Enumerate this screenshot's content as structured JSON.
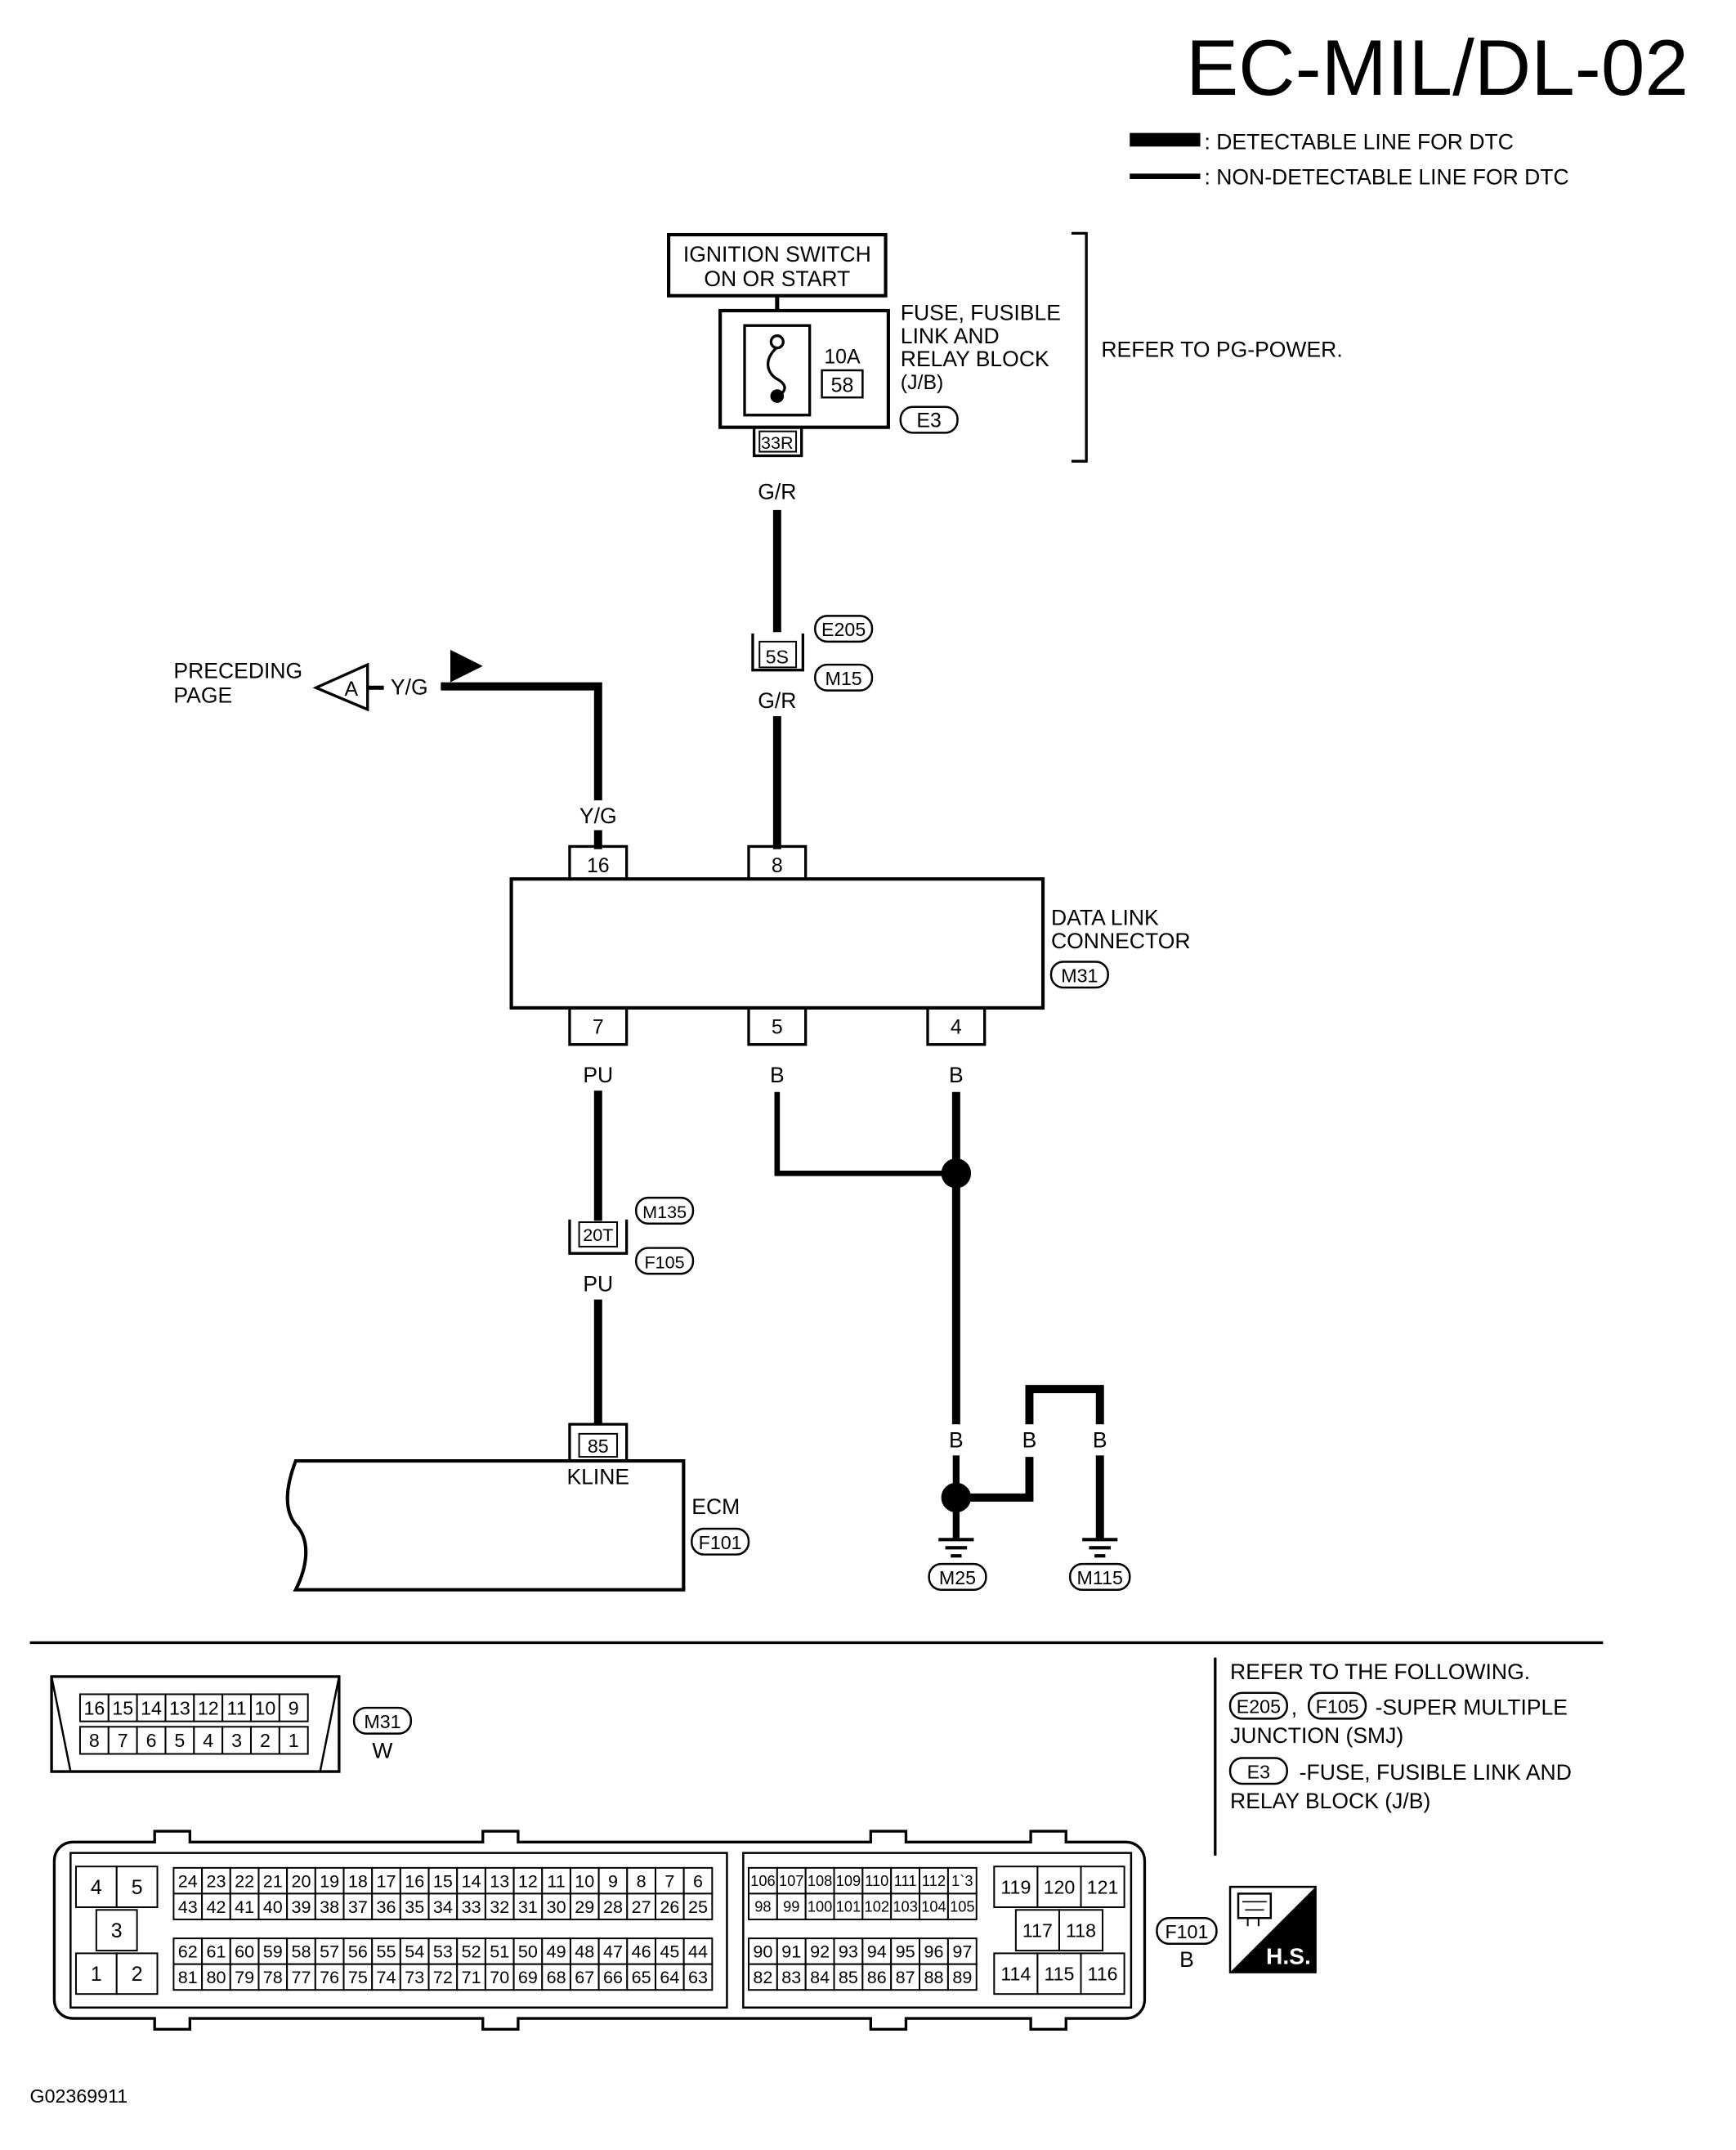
{
  "title": "EC-MIL/DL-02",
  "legend": {
    "detectable": ": DETECTABLE LINE FOR DTC",
    "non_detectable": ": NON-DETECTABLE LINE FOR DTC"
  },
  "ignition_switch": [
    "IGNITION SWITCH",
    "ON OR START"
  ],
  "fuse_block": {
    "label": [
      "FUSE, FUSIBLE",
      "LINK AND",
      "RELAY BLOCK",
      "(J/B)"
    ],
    "amps": "10A",
    "fuse_no": "58",
    "connector": "E3",
    "terminal": "33R"
  },
  "refer_power": "REFER TO PG-POWER.",
  "wires": {
    "gr_top": "G/R",
    "gr_mid": "G/R",
    "yg_left": "Y/G",
    "yg_drop": "Y/G",
    "pu_top": "PU",
    "pu_bottom": "PU",
    "b_pin5": "B",
    "b_pin4": "B",
    "b_ground1": "B",
    "b_mid": "B",
    "b_ground2": "B"
  },
  "joint_connectors": {
    "top": {
      "terminal": "5S",
      "upper": "E205",
      "lower": "M15"
    },
    "bottom": {
      "terminal": "20T",
      "upper": "M135",
      "lower": "F105"
    }
  },
  "preceding": {
    "label": [
      "PRECEDING",
      "PAGE"
    ],
    "marker": "A"
  },
  "dlc": {
    "label": [
      "DATA LINK",
      "CONNECTOR"
    ],
    "connector": "M31",
    "top_pins": [
      "16",
      "8"
    ],
    "bottom_pins": [
      "7",
      "5",
      "4"
    ]
  },
  "ecm": {
    "label": "ECM",
    "connector": "F101",
    "pin": "85",
    "pin_name": "KLINE"
  },
  "grounds": [
    "M25",
    "M115"
  ],
  "refer_following": {
    "heading": "REFER TO THE FOLLOWING.",
    "smj_tags": [
      "E205",
      "F105"
    ],
    "smj_desc": [
      "-SUPER MULTIPLE",
      "JUNCTION (SMJ)"
    ],
    "jb_tag": "E3",
    "jb_desc": [
      "-FUSE, FUSIBLE LINK AND",
      "RELAY BLOCK (J/B)"
    ]
  },
  "m31_face": {
    "tag": "M31",
    "color": "W",
    "row_top": [
      "16",
      "15",
      "14",
      "13",
      "12",
      "11",
      "10",
      "9"
    ],
    "row_bottom": [
      "8",
      "7",
      "6",
      "5",
      "4",
      "3",
      "2",
      "1"
    ]
  },
  "f101_face": {
    "tag": "F101",
    "color": "B",
    "left_block": {
      "top": [
        "4",
        "5"
      ],
      "mid": "3",
      "bottom": [
        "1",
        "2"
      ]
    },
    "a_row1": [
      "24",
      "23",
      "22",
      "21",
      "20",
      "19",
      "18",
      "17",
      "16",
      "15",
      "14",
      "13",
      "12",
      "11",
      "10",
      "9",
      "8",
      "7",
      "6"
    ],
    "a_row2": [
      "43",
      "42",
      "41",
      "40",
      "39",
      "38",
      "37",
      "36",
      "35",
      "34",
      "33",
      "32",
      "31",
      "30",
      "29",
      "28",
      "27",
      "26",
      "25"
    ],
    "a_row3": [
      "62",
      "61",
      "60",
      "59",
      "58",
      "57",
      "56",
      "55",
      "54",
      "53",
      "52",
      "51",
      "50",
      "49",
      "48",
      "47",
      "46",
      "45",
      "44"
    ],
    "a_row4": [
      "81",
      "80",
      "79",
      "78",
      "77",
      "76",
      "75",
      "74",
      "73",
      "72",
      "71",
      "70",
      "69",
      "68",
      "67",
      "66",
      "65",
      "64",
      "63"
    ],
    "b_row1": [
      "106",
      "107",
      "108",
      "109",
      "110",
      "111",
      "112",
      "1`3"
    ],
    "b_row2": [
      "98",
      "99",
      "100",
      "101",
      "102",
      "103",
      "104",
      "105"
    ],
    "b_row3": [
      "90",
      "91",
      "92",
      "93",
      "94",
      "95",
      "96",
      "97"
    ],
    "b_row4": [
      "82",
      "83",
      "84",
      "85",
      "86",
      "87",
      "88",
      "89"
    ],
    "c_top": [
      "119",
      "120",
      "121"
    ],
    "c_mid": [
      "117",
      "118"
    ],
    "c_bottom": [
      "114",
      "115",
      "116"
    ]
  },
  "hs_badge": "H.S.",
  "footer_code": "G02369911"
}
